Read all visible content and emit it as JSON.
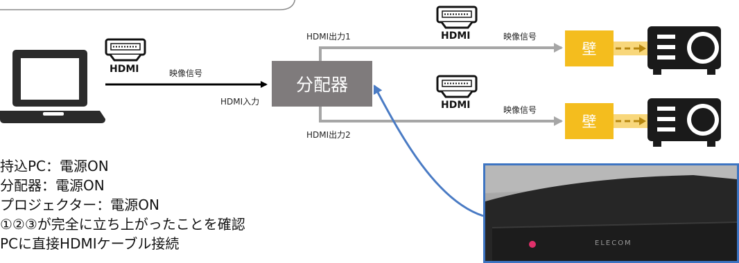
{
  "splitter": {
    "label": "分配器"
  },
  "hdmi_icons": {
    "label": "HDMI"
  },
  "connections": {
    "pc_to_splitter": {
      "signal_label": "映像信号",
      "port_label": "HDMI入力"
    },
    "out1": {
      "port_label": "HDMI出力1",
      "signal_label": "映像信号"
    },
    "out2": {
      "port_label": "HDMI出力2",
      "signal_label": "映像信号"
    }
  },
  "walls": [
    "壁",
    "壁"
  ],
  "photo": {
    "brand": "ELECOM"
  },
  "steps": [
    "持込PC：電源ON",
    "分配器：電源ON",
    "プロジェクター：電源ON",
    "①②③が完全に立ち上がったことを確認",
    "PCに直接HDMIケーブル接続"
  ],
  "colors": {
    "splitter": "#7f7b7c",
    "wall": "#f4bd1e",
    "arrow_gray": "#a6a6a6",
    "photo_link": "#4a7bc4"
  }
}
